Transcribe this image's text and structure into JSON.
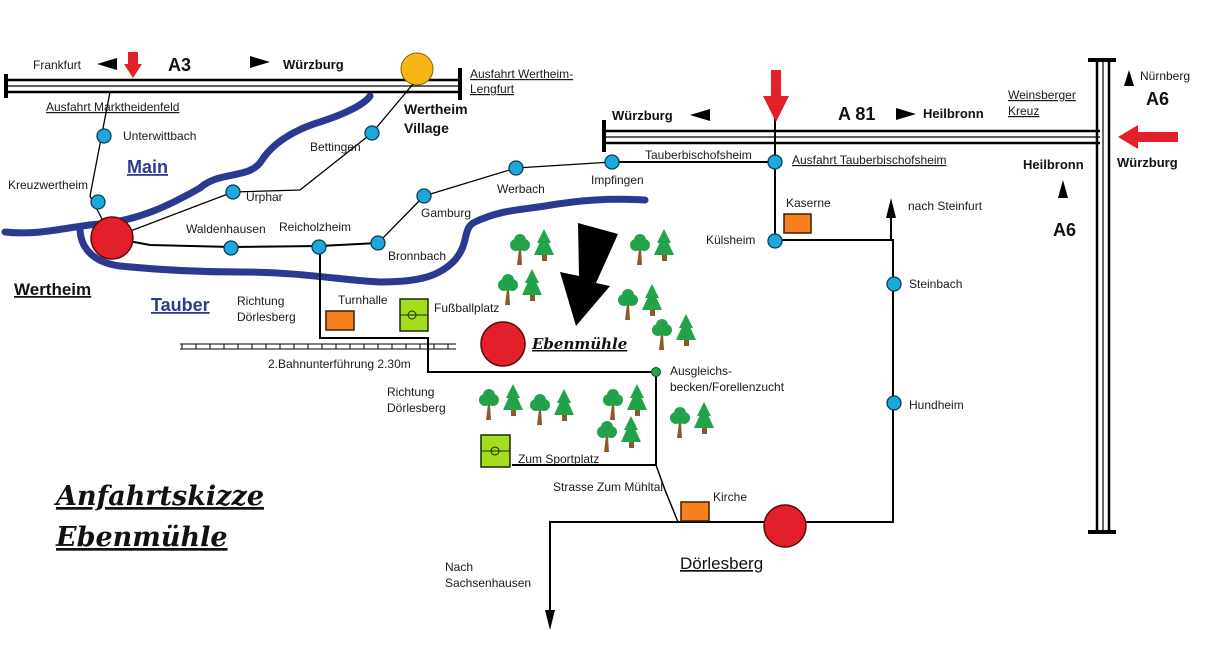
{
  "title": {
    "line1": "Anfahrtskizze",
    "line2": "Ebenmühle"
  },
  "colors": {
    "river": "#2b3990",
    "town_marker": "#e3202a",
    "highway_marker": "#f7b516",
    "village_stop": "#1ba8dc",
    "building": "#f7801e",
    "sports_field": "#a6dc1e",
    "tree_green": "#22a34a",
    "tree_trunk": "#8b5a2b",
    "direction_arrow": "#e3202a"
  },
  "highways": {
    "a3": {
      "name": "A3",
      "west_direction": "Frankfurt",
      "east_direction": "Würzburg",
      "exit_west": "Ausfahrt Marktheidenfeld",
      "exit_east_line1": "Ausfahrt Wertheim-",
      "exit_east_line2": "Lengfurt"
    },
    "a81": {
      "name": "A 81",
      "west_direction": "Würzburg",
      "east_direction": "Heilbronn",
      "exit": "Ausfahrt Tauberbischofsheim"
    },
    "a6": {
      "name": "A6",
      "north_direction": "Nürnberg",
      "south_direction": "Heilbronn",
      "from_direction": "Würzburg",
      "junction_line1": "Weinsberger",
      "junction_line2": "Kreuz"
    }
  },
  "rivers": {
    "main": "Main",
    "tauber": "Tauber"
  },
  "towns": {
    "wertheim": "Wertheim",
    "wertheim_village_line1": "Wertheim",
    "wertheim_village_line2": "Village",
    "doerlesberg": "Dörlesberg",
    "destination": "Ebenmühle"
  },
  "villages": {
    "unterwittbach": "Unterwittbach",
    "kreuzwertheim": "Kreuzwertheim",
    "bettingen": "Bettingen",
    "urphar": "Urphar",
    "waldenhausen": "Waldenhausen",
    "reicholzheim": "Reicholzheim",
    "bronnbach": "Bronnbach",
    "gamburg": "Gamburg",
    "werbach": "Werbach",
    "impfingen": "Impfingen",
    "tauberbischofsheim": "Tauberbischofsheim",
    "kuelsheim": "Külsheim",
    "steinbach": "Steinbach",
    "hundheim": "Hundheim"
  },
  "landmarks": {
    "kaserne": "Kaserne",
    "turnhalle": "Turnhalle",
    "fussballplatz": "Fußballplatz",
    "sportplatz": "Zum Sportplatz",
    "kirche": "Kirche",
    "ausgleichsbecken_line1": "Ausgleichs-",
    "ausgleichsbecken_line2": "becken/Forellenzucht",
    "bahnunterfuehrung": "2.Bahnunterführung 2.30m",
    "strasse_muehltal": "Strasse Zum Mühltal"
  },
  "directions": {
    "steinfurt": "nach Steinfurt",
    "richtung_doerlesberg_1_line1": "Richtung",
    "richtung_doerlesberg_1_line2": "Dörlesberg",
    "richtung_doerlesberg_2_line1": "Richtung",
    "richtung_doerlesberg_2_line2": "Dörlesberg",
    "sachsenhausen_line1": "Nach",
    "sachsenhausen_line2": "Sachsenhausen"
  }
}
